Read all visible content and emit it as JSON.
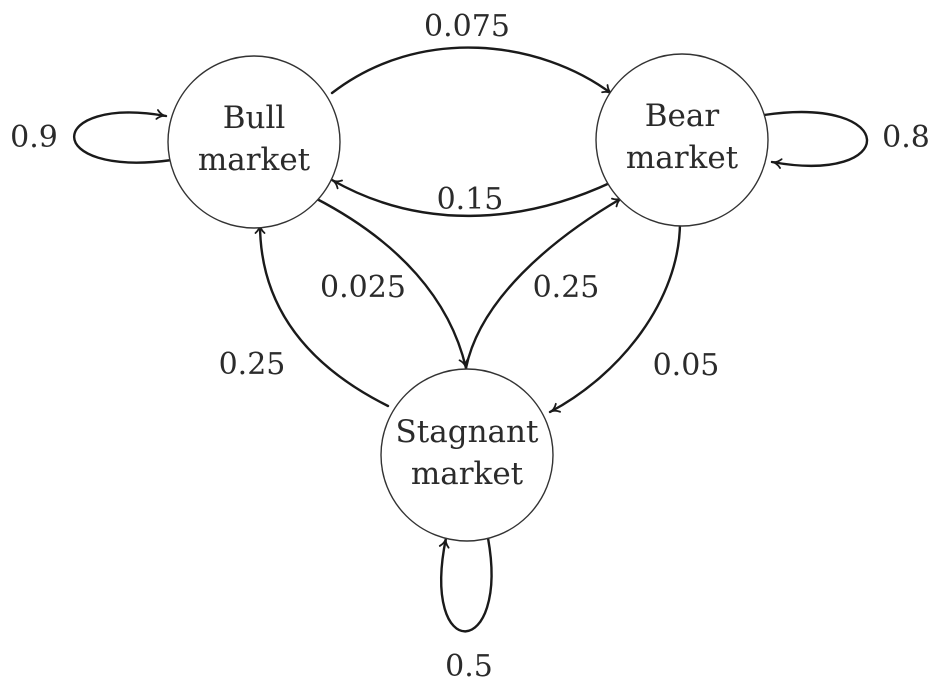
{
  "nodes": [
    {
      "id": "bull",
      "line1": "Bull",
      "line2": "market"
    },
    {
      "id": "bear",
      "line1": "Bear",
      "line2": "market"
    },
    {
      "id": "stagnant",
      "line1": "Stagnant",
      "line2": "market"
    }
  ],
  "edges": [
    {
      "from": "Bull market",
      "to": "Bull market",
      "probability": "0.9"
    },
    {
      "from": "Bull market",
      "to": "Bear market",
      "probability": "0.075"
    },
    {
      "from": "Bull market",
      "to": "Stagnant market",
      "probability": "0.025"
    },
    {
      "from": "Bear market",
      "to": "Bear market",
      "probability": "0.8"
    },
    {
      "from": "Bear market",
      "to": "Bull market",
      "probability": "0.15"
    },
    {
      "from": "Bear market",
      "to": "Stagnant market",
      "probability": "0.05"
    },
    {
      "from": "Stagnant market",
      "to": "Stagnant market",
      "probability": "0.5"
    },
    {
      "from": "Stagnant market",
      "to": "Bull market",
      "probability": "0.25"
    },
    {
      "from": "Stagnant market",
      "to": "Bear market",
      "probability": "0.25"
    }
  ]
}
